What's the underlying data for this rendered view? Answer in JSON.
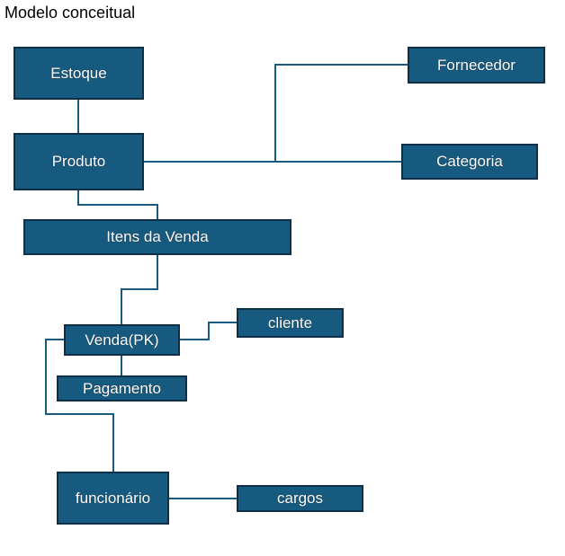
{
  "title": "Modelo conceitual",
  "colors": {
    "entity_fill": "#175a80",
    "entity_border": "#0d2f47",
    "connector": "#175a80",
    "text": "#ffffff"
  },
  "entities": {
    "estoque": "Estoque",
    "produto": "Produto",
    "fornecedor": "Fornecedor",
    "categoria": "Categoria",
    "itens_da_venda": "Itens da Venda",
    "venda": "Venda(PK)",
    "cliente": "cliente",
    "pagamento": "Pagamento",
    "funcionario": "funcionário",
    "cargos": "cargos"
  }
}
